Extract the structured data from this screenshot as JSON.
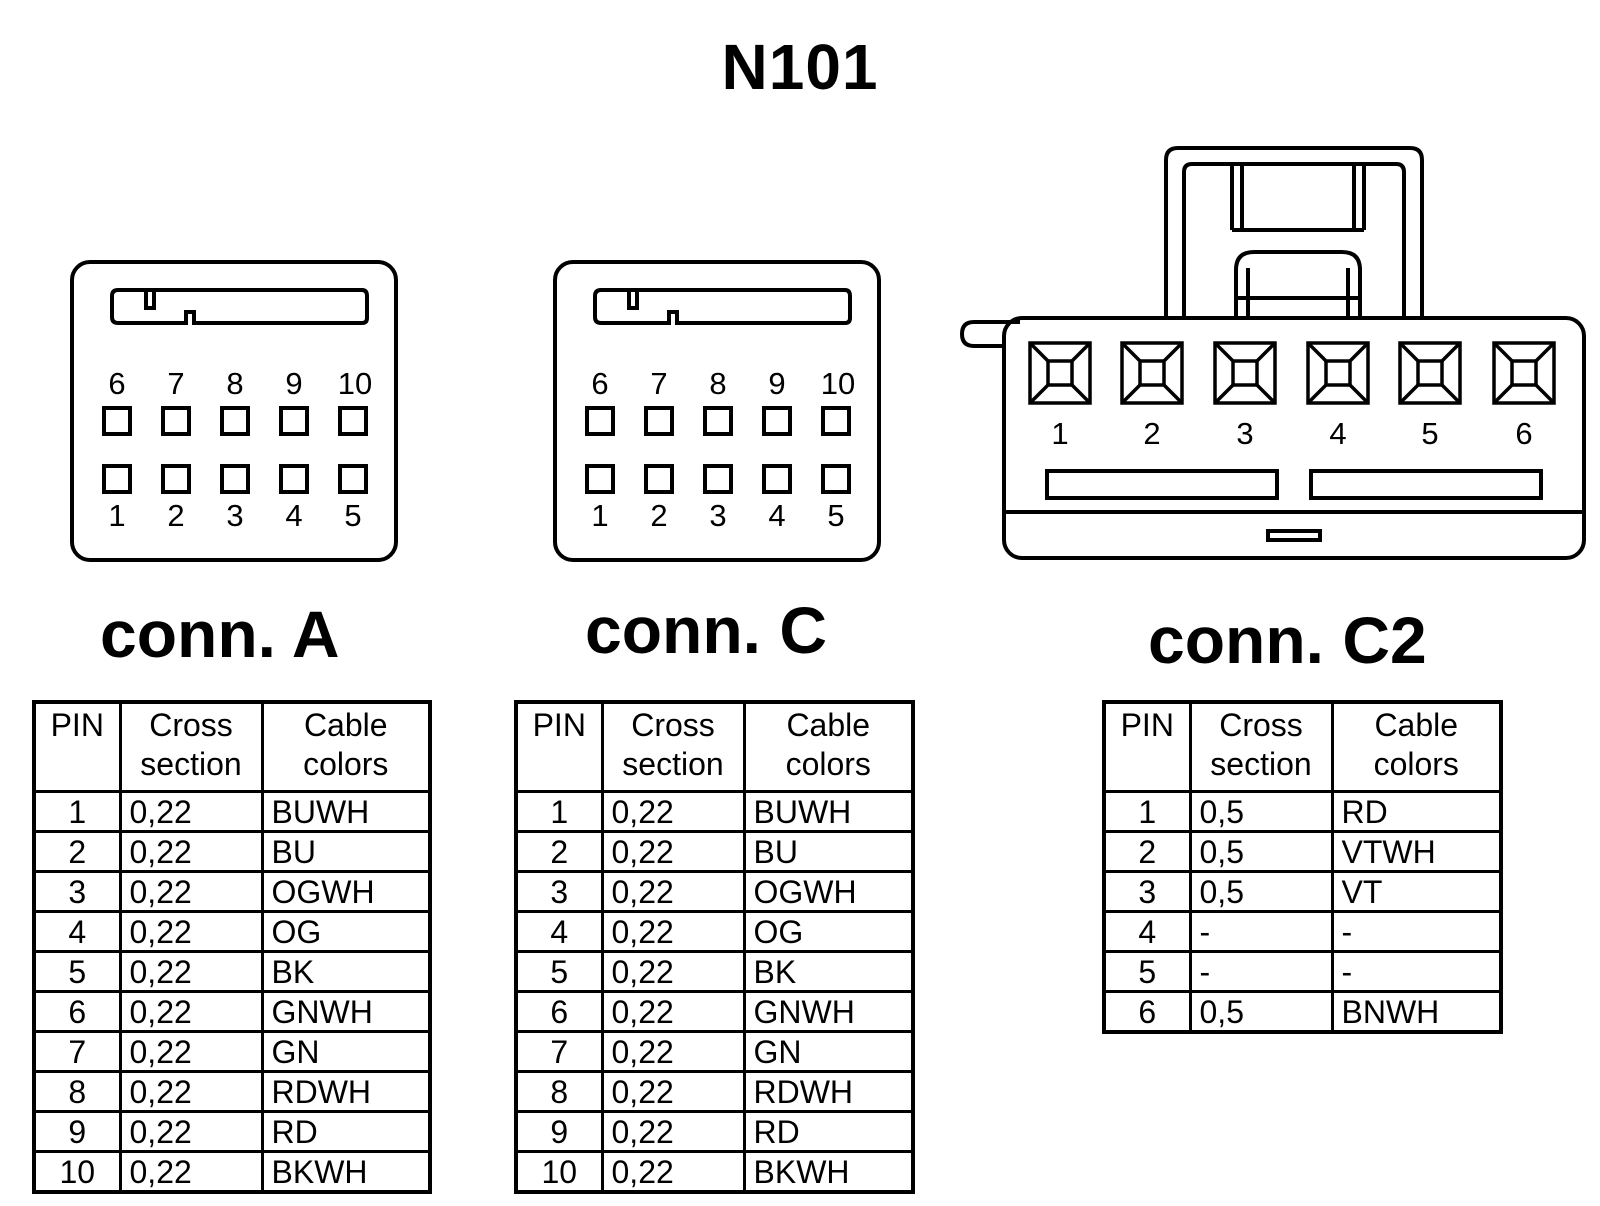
{
  "title": "N101",
  "connectors": [
    {
      "name": "conn. A",
      "top_row_numbers": [
        "6",
        "7",
        "8",
        "9",
        "10"
      ],
      "bottom_row_numbers": [
        "1",
        "2",
        "3",
        "4",
        "5"
      ],
      "headers": {
        "pin": "PIN",
        "cross": "Cross section",
        "color": "Cable colors"
      },
      "rows": [
        {
          "pin": "1",
          "cross": "0,22",
          "color": "BUWH"
        },
        {
          "pin": "2",
          "cross": "0,22",
          "color": "BU"
        },
        {
          "pin": "3",
          "cross": "0,22",
          "color": "OGWH"
        },
        {
          "pin": "4",
          "cross": "0,22",
          "color": "OG"
        },
        {
          "pin": "5",
          "cross": "0,22",
          "color": "BK"
        },
        {
          "pin": "6",
          "cross": "0,22",
          "color": "GNWH"
        },
        {
          "pin": "7",
          "cross": "0,22",
          "color": "GN"
        },
        {
          "pin": "8",
          "cross": "0,22",
          "color": "RDWH"
        },
        {
          "pin": "9",
          "cross": "0,22",
          "color": "RD"
        },
        {
          "pin": "10",
          "cross": "0,22",
          "color": "BKWH"
        }
      ]
    },
    {
      "name": "conn. C",
      "top_row_numbers": [
        "6",
        "7",
        "8",
        "9",
        "10"
      ],
      "bottom_row_numbers": [
        "1",
        "2",
        "3",
        "4",
        "5"
      ],
      "headers": {
        "pin": "PIN",
        "cross": "Cross section",
        "color": "Cable colors"
      },
      "rows": [
        {
          "pin": "1",
          "cross": "0,22",
          "color": "BUWH"
        },
        {
          "pin": "2",
          "cross": "0,22",
          "color": "BU"
        },
        {
          "pin": "3",
          "cross": "0,22",
          "color": "OGWH"
        },
        {
          "pin": "4",
          "cross": "0,22",
          "color": "OG"
        },
        {
          "pin": "5",
          "cross": "0,22",
          "color": "BK"
        },
        {
          "pin": "6",
          "cross": "0,22",
          "color": "GNWH"
        },
        {
          "pin": "7",
          "cross": "0,22",
          "color": "GN"
        },
        {
          "pin": "8",
          "cross": "0,22",
          "color": "RDWH"
        },
        {
          "pin": "9",
          "cross": "0,22",
          "color": "RD"
        },
        {
          "pin": "10",
          "cross": "0,22",
          "color": "BKWH"
        }
      ]
    },
    {
      "name": "conn. C2",
      "pin_numbers": [
        "1",
        "2",
        "3",
        "4",
        "5",
        "6"
      ],
      "headers": {
        "pin": "PIN",
        "cross": "Cross section",
        "color": "Cable colors"
      },
      "rows": [
        {
          "pin": "1",
          "cross": "0,5",
          "color": "RD"
        },
        {
          "pin": "2",
          "cross": "0,5",
          "color": "VTWH"
        },
        {
          "pin": "3",
          "cross": "0,5",
          "color": "VT"
        },
        {
          "pin": "4",
          "cross": "-",
          "color": "-"
        },
        {
          "pin": "5",
          "cross": "-",
          "color": "-"
        },
        {
          "pin": "6",
          "cross": "0,5",
          "color": "BNWH"
        }
      ]
    }
  ]
}
